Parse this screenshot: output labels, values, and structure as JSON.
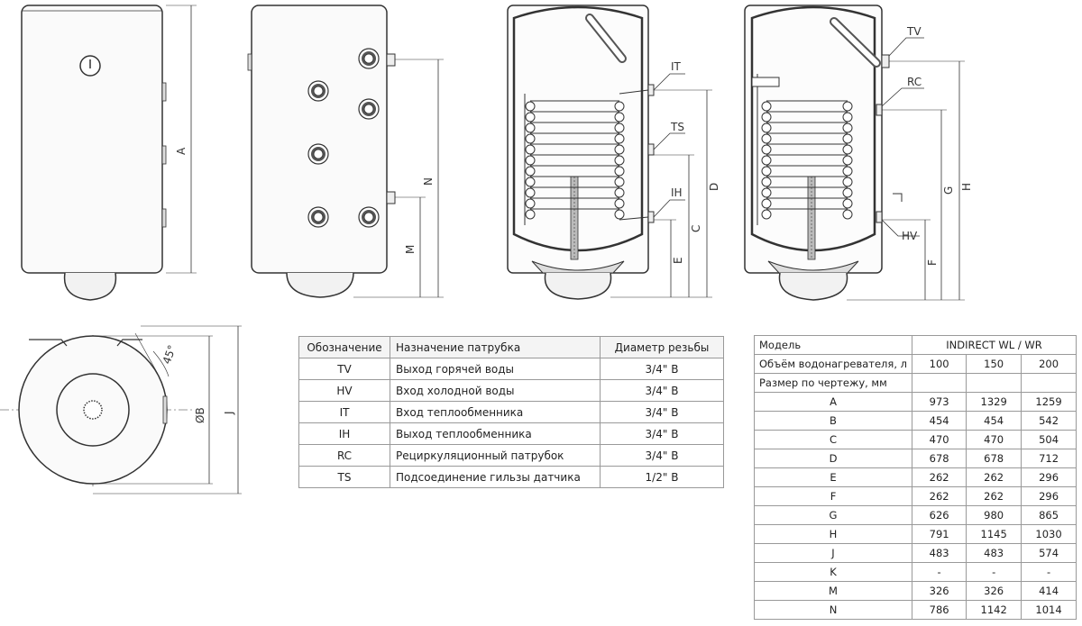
{
  "labels": {
    "A": "A",
    "M": "M",
    "N": "N",
    "IT": "IT",
    "TS": "TS",
    "IH": "IH",
    "D": "D",
    "C": "C",
    "E": "E",
    "TV": "TV",
    "RC": "RC",
    "HV": "HV",
    "G": "G",
    "H": "H",
    "F": "F",
    "angle": "45°",
    "B": "ØB",
    "J": "J"
  },
  "connections": {
    "headers": [
      "Обозначение",
      "Назначение патрубка",
      "Диаметр резьбы"
    ],
    "rows": [
      {
        "code": "TV",
        "purpose": "Выход горячей воды",
        "thread": "3/4\" B"
      },
      {
        "code": "HV",
        "purpose": "Вход холодной воды",
        "thread": "3/4\" B"
      },
      {
        "code": "IT",
        "purpose": "Вход теплообменника",
        "thread": "3/4\" B"
      },
      {
        "code": "IH",
        "purpose": "Выход теплообменника",
        "thread": "3/4\" B"
      },
      {
        "code": "RC",
        "purpose": "Рециркуляционный патрубок",
        "thread": "3/4\" B"
      },
      {
        "code": "TS",
        "purpose": "Подсоединение гильзы датчика",
        "thread": "1/2\" B"
      }
    ]
  },
  "dimensions": {
    "model_label": "Модель",
    "model": "INDIRECT WL / WR",
    "volume_label": "Объём водонагревателя, л",
    "volumes": [
      "100",
      "150",
      "200"
    ],
    "size_label": "Размер по чертежу, мм",
    "rows": [
      {
        "dim": "A",
        "values": [
          "973",
          "1329",
          "1259"
        ]
      },
      {
        "dim": "B",
        "values": [
          "454",
          "454",
          "542"
        ]
      },
      {
        "dim": "C",
        "values": [
          "470",
          "470",
          "504"
        ]
      },
      {
        "dim": "D",
        "values": [
          "678",
          "678",
          "712"
        ]
      },
      {
        "dim": "E",
        "values": [
          "262",
          "262",
          "296"
        ]
      },
      {
        "dim": "F",
        "values": [
          "262",
          "262",
          "296"
        ]
      },
      {
        "dim": "G",
        "values": [
          "626",
          "980",
          "865"
        ]
      },
      {
        "dim": "H",
        "values": [
          "791",
          "1145",
          "1030"
        ]
      },
      {
        "dim": "J",
        "values": [
          "483",
          "483",
          "574"
        ]
      },
      {
        "dim": "K",
        "values": [
          "-",
          "-",
          "-"
        ]
      },
      {
        "dim": "M",
        "values": [
          "326",
          "326",
          "414"
        ]
      },
      {
        "dim": "N",
        "values": [
          "786",
          "1142",
          "1014"
        ]
      }
    ]
  }
}
